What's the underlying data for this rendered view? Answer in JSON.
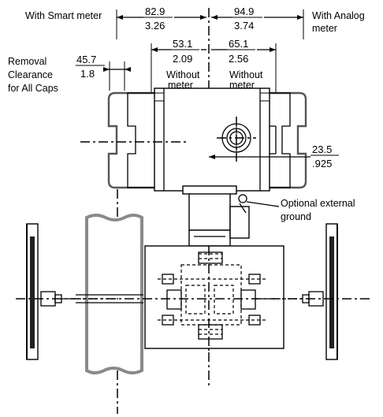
{
  "labels": {
    "smart_meter": "With Smart meter",
    "analog_meter_line1": "With Analog",
    "analog_meter_line2": "meter",
    "removal_line1": "Removal",
    "removal_line2": "Clearance",
    "removal_line3": "for All Caps",
    "without_meter_left_line1": "Without",
    "without_meter_left_line2": "meter",
    "without_meter_right_line1": "Without",
    "without_meter_right_line2": "meter",
    "ground_line1": "Optional external",
    "ground_line2": "ground"
  },
  "dimensions": {
    "smart_mm": "82.9",
    "smart_in": "3.26",
    "analog_mm": "94.9",
    "analog_in": "3.74",
    "without_left_mm": "53.1",
    "without_left_in": "2.09",
    "without_right_mm": "65.1",
    "without_right_in": "2.56",
    "removal_mm": "45.7",
    "removal_in": "1.8",
    "conduit_mm": "23.5",
    "conduit_in": ".925"
  },
  "units_note": "mm over inches"
}
